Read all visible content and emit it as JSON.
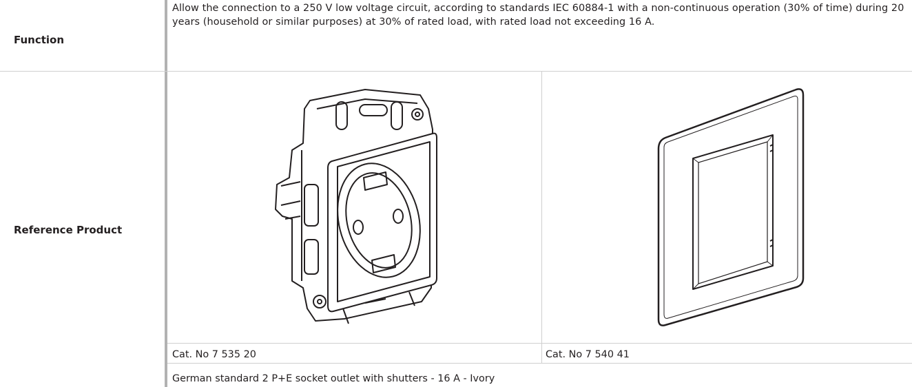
{
  "rows": {
    "function": {
      "label": "Function",
      "text": "Allow the connection to a 250 V low voltage circuit, according to standards IEC 60884-1 with a non-continuous operation (30% of time) during 20 years (household or similar purposes) at 30% of rated load, with rated load not exceeding 16 A."
    },
    "reference_product": {
      "label": "Reference Product",
      "products": [
        {
          "image": "socket-outlet-drawing",
          "cat_no": "Cat. No 7 535 20"
        },
        {
          "image": "cover-plate-drawing",
          "cat_no": "Cat. No 7 540 41"
        }
      ],
      "description": "German standard 2 P+E socket outlet with shutters - 16 A - Ivory"
    }
  }
}
